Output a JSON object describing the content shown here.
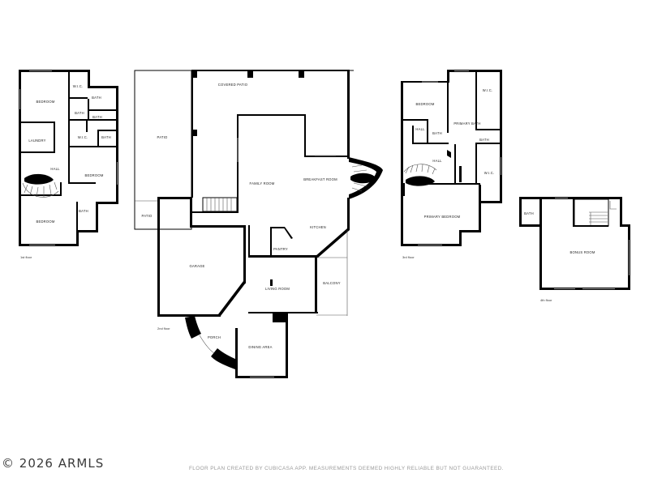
{
  "floors": {
    "first": {
      "label": "1st floor",
      "rooms": [
        "BEDROOM",
        "W.I.C.",
        "BATH",
        "BATH",
        "BATH",
        "LAUNDRY",
        "W.I.C.",
        "BATH",
        "HALL",
        "BEDROOM",
        "BATH",
        "BEDROOM"
      ]
    },
    "second": {
      "label": "2nd floor",
      "rooms": [
        "COVERED PATIO",
        "PATIO",
        "FAMILY ROOM",
        "BREAKFAST ROOM",
        "PATIO",
        "KITCHEN",
        "PANTRY",
        "GARAGE",
        "LIVING ROOM",
        "BALCONY",
        "PORCH",
        "DINING AREA"
      ]
    },
    "third": {
      "label": "3rd floor",
      "rooms": [
        "BEDROOM",
        "W.I.C.",
        "HALL",
        "BATH",
        "PRIMARY BATH",
        "BATH",
        "HALL",
        "W.I.C.",
        "PRIMARY BEDROOM"
      ]
    },
    "fourth": {
      "label": "4th floor",
      "rooms": [
        "BATH",
        "BONUS ROOM"
      ]
    }
  },
  "footer": {
    "copyright": "2026 ARMLS",
    "disclaimer": "FLOOR PLAN CREATED BY CUBICASA APP. MEASUREMENTS DEEMED HIGHLY RELIABLE BUT NOT GUARANTEED."
  }
}
